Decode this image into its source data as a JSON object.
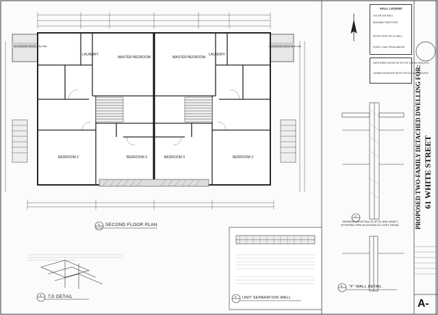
{
  "sheet": {
    "sheet_number": "A-",
    "vertical_title_line1": "PROPOSED TWO-FAMILY DETACHED DWELLING FOR:",
    "vertical_title_line2": "61 WHITE STREET"
  },
  "wall_legend": {
    "title": "WALL LEGEND",
    "rows": [
      "2x4 OR 2x6 WALL",
      "BEARING PARTITION",
      "WOOD POST W/ 2x WALL",
      "POINT LOAD FROM ABOVE"
    ]
  },
  "detector_notes": [
    "HARD WIRED SMOKE DETECTOR CEILING MOUNTED",
    "CARBON MONOXIDE DETECTOR CEILING MOUNTED"
  ],
  "rooms": {
    "laundry_left": "LAUNDRY",
    "master_left": "MASTER BEDROOM",
    "master_right": "MASTER BEDROOM",
    "laundry_right": "LAUNDRY",
    "deck_left": "OUTDOOR DECK BELOW",
    "deck_right": "OUTDOOR DECK BELOW",
    "bedroom_l1": "BEDROOM 2",
    "bedroom_l2": "BEDROOM 3",
    "bedroom_r1": "BEDROOM 3",
    "bedroom_r2": "BEDROOM 2"
  },
  "callouts": {
    "second_floor_num": "1",
    "second_floor_title": "SECOND FLOOR PLAN",
    "second_floor_sheet": "A-102",
    "tji_num": "3",
    "tji_title": "TJI DETAIL",
    "unit_sep_num": "4",
    "unit_sep_title": "UNIT SEPARATION WALL",
    "sep_detail_title_1": "SEPARATION DETAIL AT ATTIC AND DRAFT",
    "sep_detail_title_2": "STOPPING FIRE BLOCKING AT JOIST DETAIL",
    "sep_detail_num": "2",
    "ff_wall_num": "5",
    "ff_wall_title": "\"F\" WALL DETAIL"
  }
}
